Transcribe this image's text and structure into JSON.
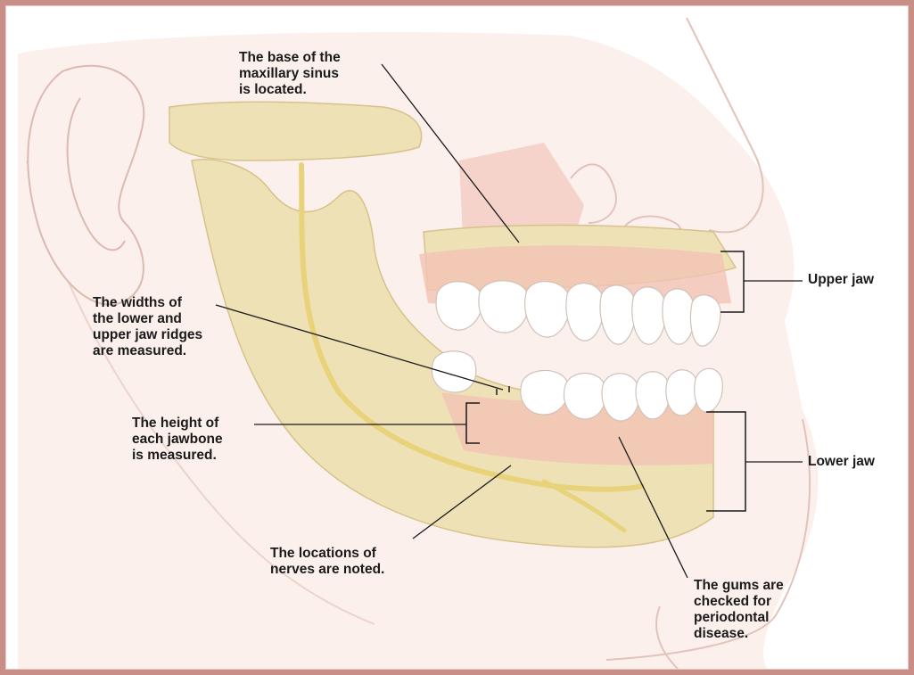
{
  "diagram": {
    "labels": {
      "maxillary_sinus": "The base of the\nmaxillary sinus\nis located.",
      "ridge_widths": "The widths of\nthe lower and\nupper jaw ridges\nare measured.",
      "jawbone_height": "The height of\neach jawbone\nis measured.",
      "nerves": "The locations of\nnerves are noted.",
      "gums": "The gums are\nchecked for\nperiodontal\ndisease.",
      "upper_jaw": "Upper jaw",
      "lower_jaw": "Lower jaw"
    },
    "colors": {
      "frame": "#c98e86",
      "skin_outline": "#e2c2bb",
      "skin_fill": "#fbf0ec",
      "bone": "#efe1b6",
      "bone_outline": "#d6c28a",
      "nerve": "#e8d27a",
      "gum": "#f3c3b5",
      "sinus": "#f1b9ae",
      "teeth": "#ffffff",
      "leader_line": "#1a1a1a"
    }
  }
}
